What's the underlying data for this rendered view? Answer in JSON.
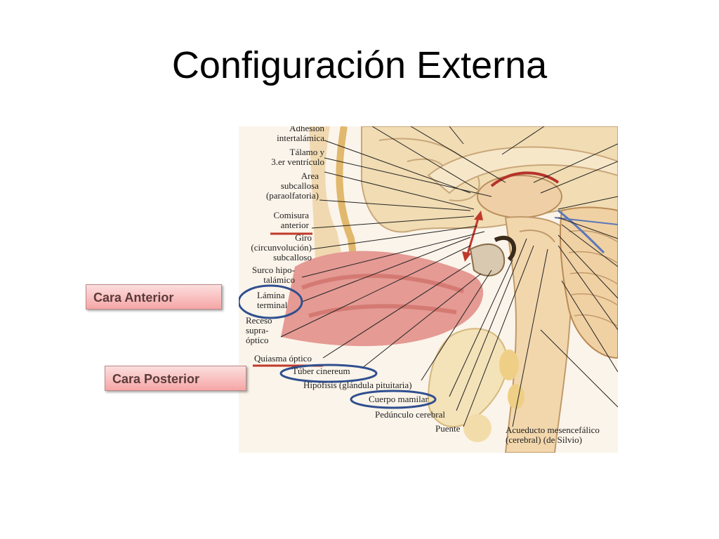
{
  "slide": {
    "title": "Configuración Externa"
  },
  "side_boxes": {
    "anterior": "Cara Anterior",
    "posterior": "Cara Posterior"
  },
  "figure_labels": {
    "adhesion": "Adhesión\nintertalámica",
    "talamo": "Tálamo y\n3.er ventrículo",
    "area": "Area\nsubcallosa\n(paraolfatoria)",
    "comisura": "Comisura\nanterior",
    "giro": "Giro\n(circunvolución)\nsubcalloso",
    "surco": "Surco hipo-\ntalámico",
    "lamina": "Lámina\nterminal",
    "receso": "Receso\nsupra-\nóptico",
    "quiasma": "Quiasma óptico",
    "tuber": "Túber cinereum",
    "hipofisis": "Hipófisis (glándula pituitaria)",
    "cuerpo": "Cuerpo mamilar",
    "pedunculo": "Pedúnculo cerebral",
    "puente": "Puente",
    "acueducto": "Acueducto mesencefálico\n(cerebral) (de Silvio)"
  },
  "colors": {
    "highlight_red": "#c0392b",
    "highlight_blue": "#2f4f8f",
    "box_fill": "#f6a6a6"
  }
}
